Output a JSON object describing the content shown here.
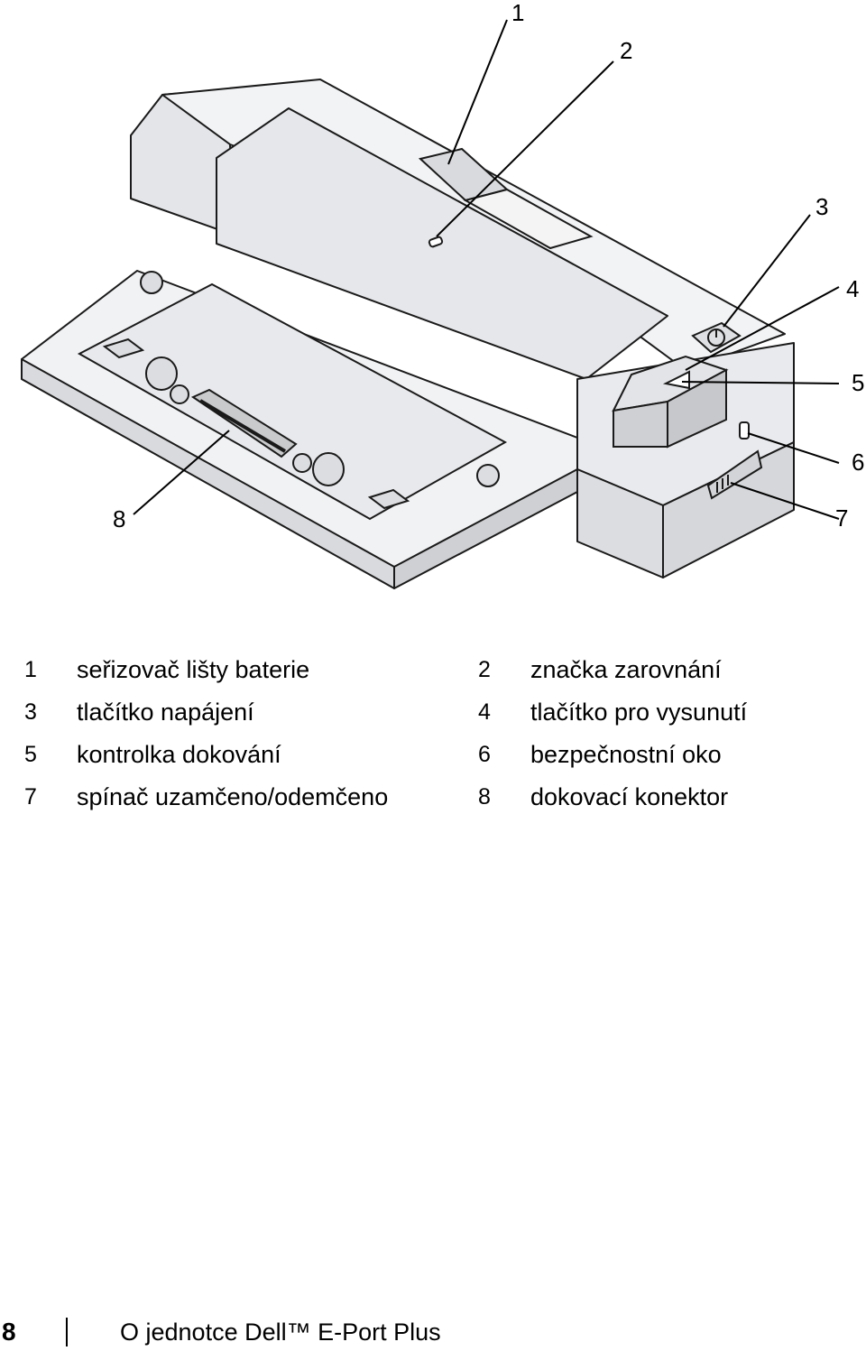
{
  "figure": {
    "callouts": [
      "1",
      "2",
      "3",
      "4",
      "5",
      "6",
      "7",
      "8"
    ]
  },
  "legend": [
    {
      "num": "1",
      "text": "seřizovač lišty baterie"
    },
    {
      "num": "2",
      "text": "značka zarovnání"
    },
    {
      "num": "3",
      "text": "tlačítko napájení"
    },
    {
      "num": "4",
      "text": "tlačítko pro vysunutí"
    },
    {
      "num": "5",
      "text": "kontrolka dokování"
    },
    {
      "num": "6",
      "text": "bezpečnostní oko"
    },
    {
      "num": "7",
      "text": "spínač uzamčeno/odemčeno"
    },
    {
      "num": "8",
      "text": "dokovací konektor"
    }
  ],
  "footer": {
    "page_number": "8",
    "title": "O jednotce Dell™ E-Port Plus"
  }
}
